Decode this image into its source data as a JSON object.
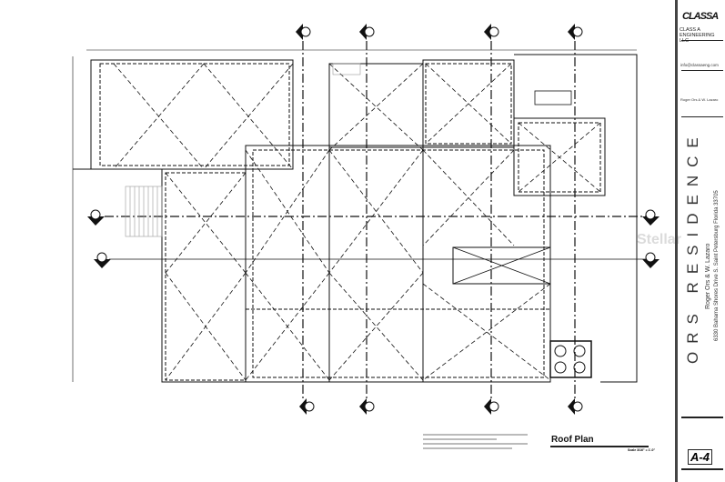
{
  "drawing": {
    "sheet_title": "Roof Plan",
    "scale": "Scale 3/16\" = 1'-0\"",
    "sheet_number": "A-4"
  },
  "title_block": {
    "logo": "CLASSA",
    "firm": "CLASS A ENGINEERING LLC",
    "email": "info@classaeng.com",
    "client": "Roger Ors & W. Lazaro",
    "project": "ORS RESIDENCE",
    "owner": "Roger Ors & W. Lazaro",
    "address": "6330 Bahama Shores Drive S. Saint Petersburg Florida 33705"
  },
  "watermark": "Stellar",
  "colors": {
    "line": "#111111",
    "paper": "#ffffff"
  }
}
